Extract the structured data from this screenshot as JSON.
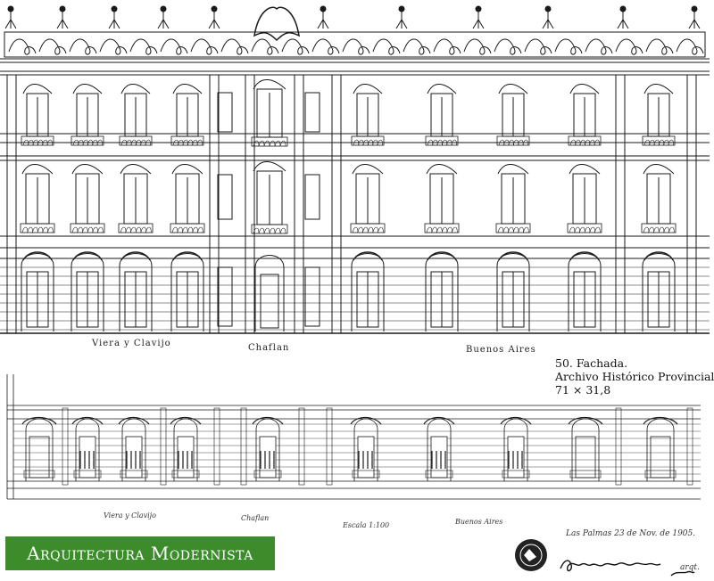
{
  "image": {
    "kind": "architectural facade elevation drawing",
    "colors": {
      "ink": "#1a1a1a",
      "paper": "#ffffff",
      "banner": "#3c8c2c",
      "banner_text": "#ffffff"
    }
  },
  "upper_drawing": {
    "street_labels": [
      "Viera y Clavijo",
      "Chaflan",
      "Buenos Aires"
    ]
  },
  "lower_drawing": {
    "street_labels": [
      "Viera y Clavijo",
      "Chaflan",
      "Escala 1:100",
      "Buenos Aires"
    ],
    "date_note": "Las Palmas 23 de Nov. de 1905.",
    "signature": "Fernando Navarro",
    "signature_suffix": "arqt."
  },
  "caption": {
    "line1": "50. Fachada.",
    "line2": "Archivo Histórico Provincial.",
    "line3": "71 × 31,8"
  },
  "banner": {
    "text": "Arquitectura Modernista"
  }
}
